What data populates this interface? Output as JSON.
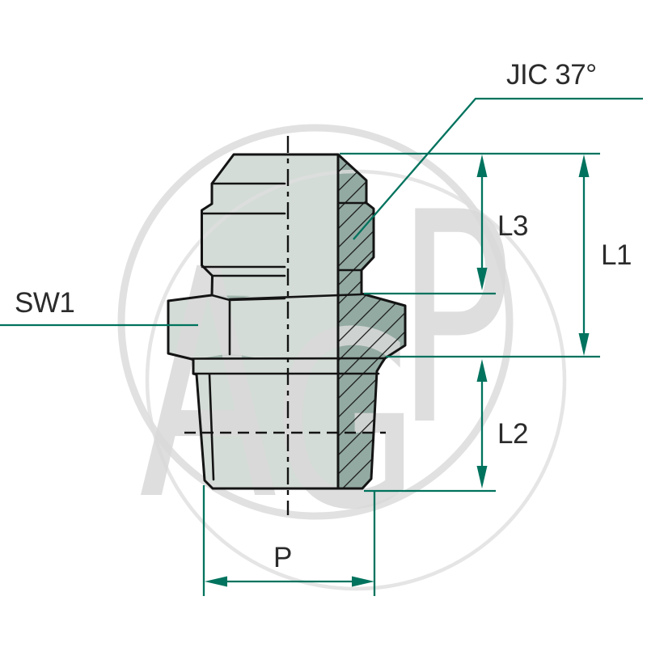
{
  "drawing": {
    "title": "JIC 37 degree fitting technical drawing",
    "labels": {
      "jic": "JIC 37°",
      "sw1": "SW1",
      "l3": "L3",
      "l1": "L1",
      "l2": "L2",
      "p": "P"
    },
    "watermark": {
      "letters": [
        "A",
        "G",
        "P"
      ]
    },
    "colors": {
      "background": "#FFFFFF",
      "outline": "#141414",
      "fill_side_view": "#D3DCD6",
      "fill_section": "#93AAA2",
      "dimension_accent": "#00735E",
      "label_text": "#2B2B2B",
      "watermark_gray": "#D9D9D9"
    }
  }
}
